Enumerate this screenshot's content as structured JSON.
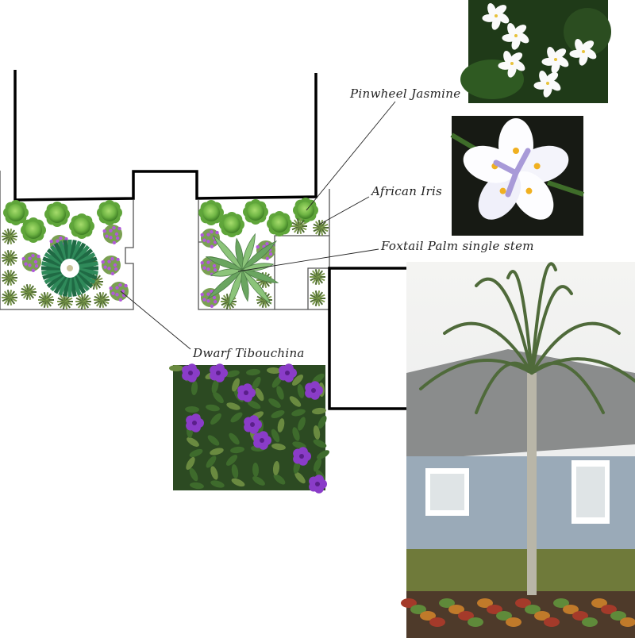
{
  "labels": {
    "jasmine": "Pinwheel Jasmine",
    "iris": "African Iris",
    "palm": "Foxtail Palm single stem",
    "tibouchina": "Dwarf Tibouchina"
  },
  "colors": {
    "shrub": "#6fb544",
    "tibouchina_flower": "#b05ad8",
    "palm_green": "#2f8a5a",
    "wall": "#000000"
  }
}
